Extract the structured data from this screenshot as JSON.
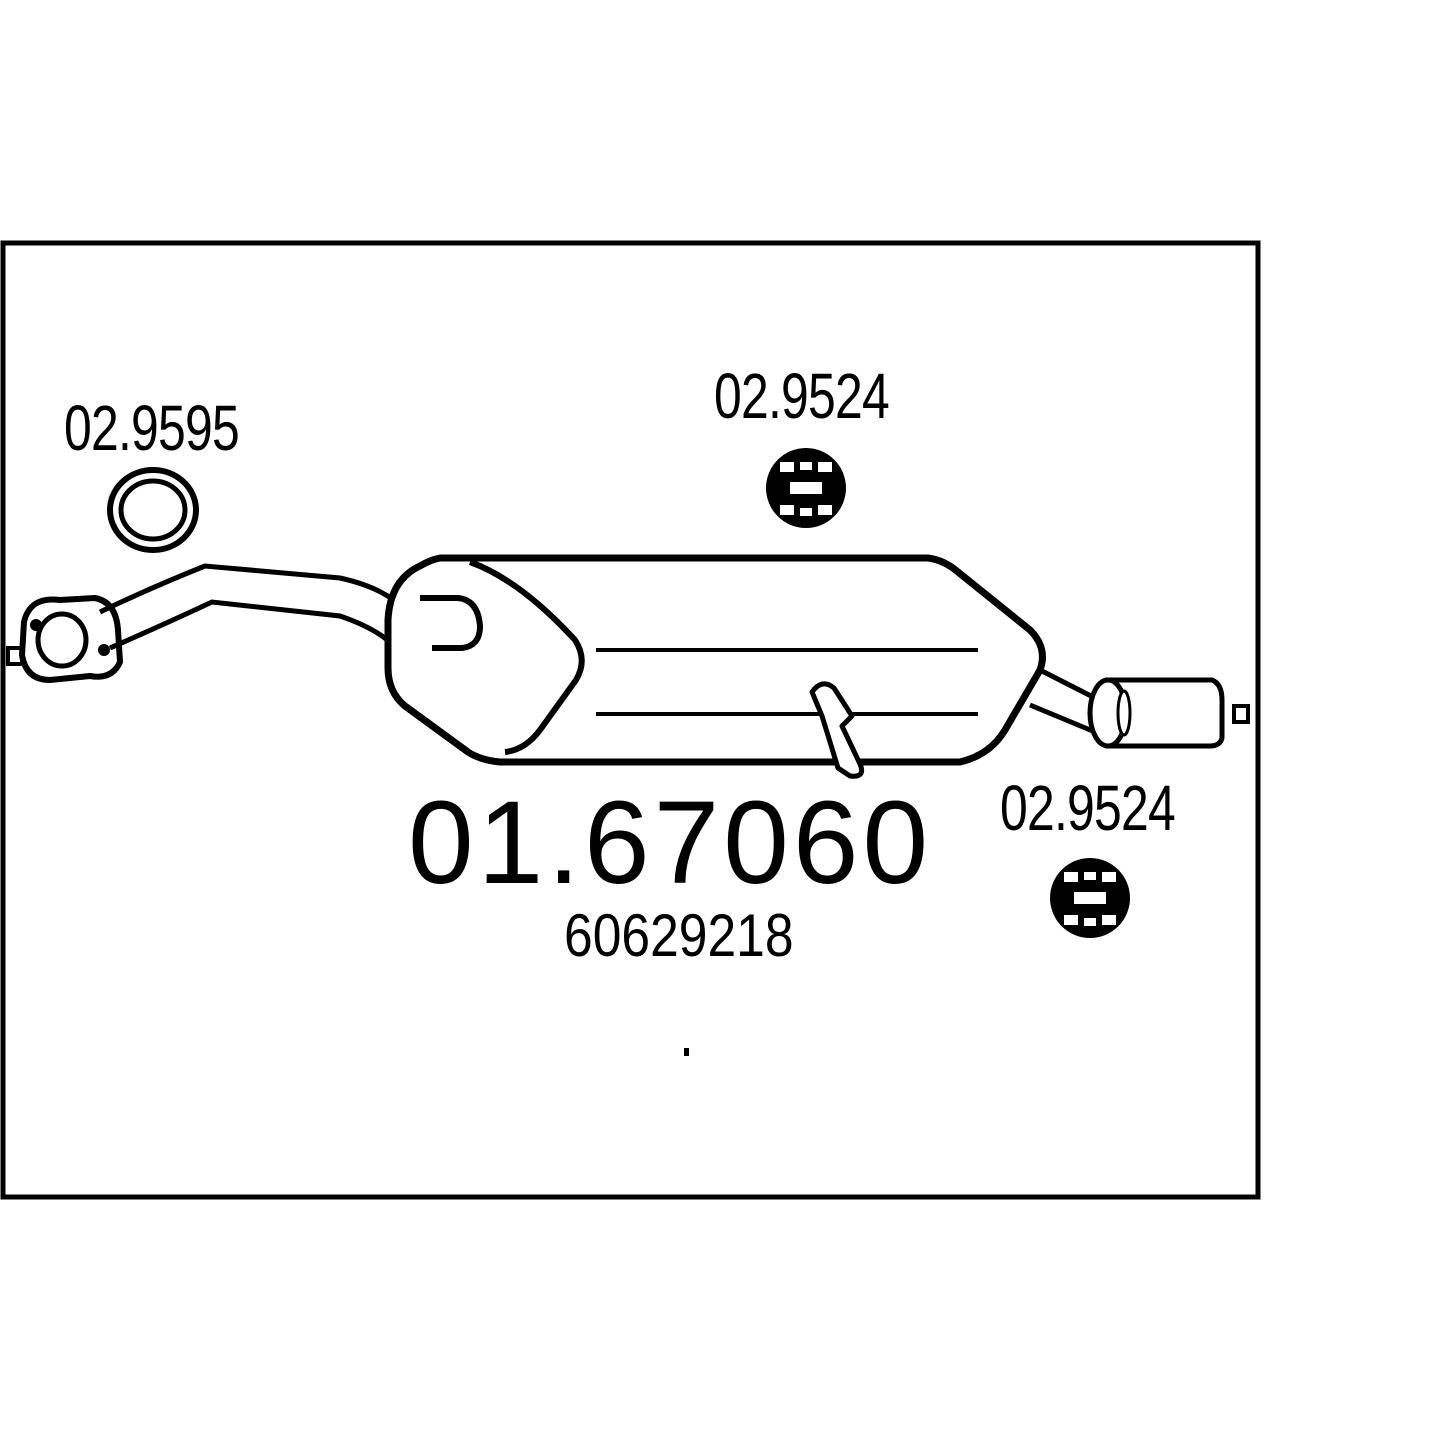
{
  "diagram": {
    "main_part_number": "01.67060",
    "oem_number": "60629218",
    "components": [
      {
        "ref": "02.9595",
        "part": "gasket-ring"
      },
      {
        "ref": "02.9524",
        "part": "rubber-hanger"
      },
      {
        "ref": "02.9524",
        "part": "rubber-hanger"
      }
    ],
    "colors": {
      "line": "#000000",
      "background": "#ffffff"
    }
  }
}
